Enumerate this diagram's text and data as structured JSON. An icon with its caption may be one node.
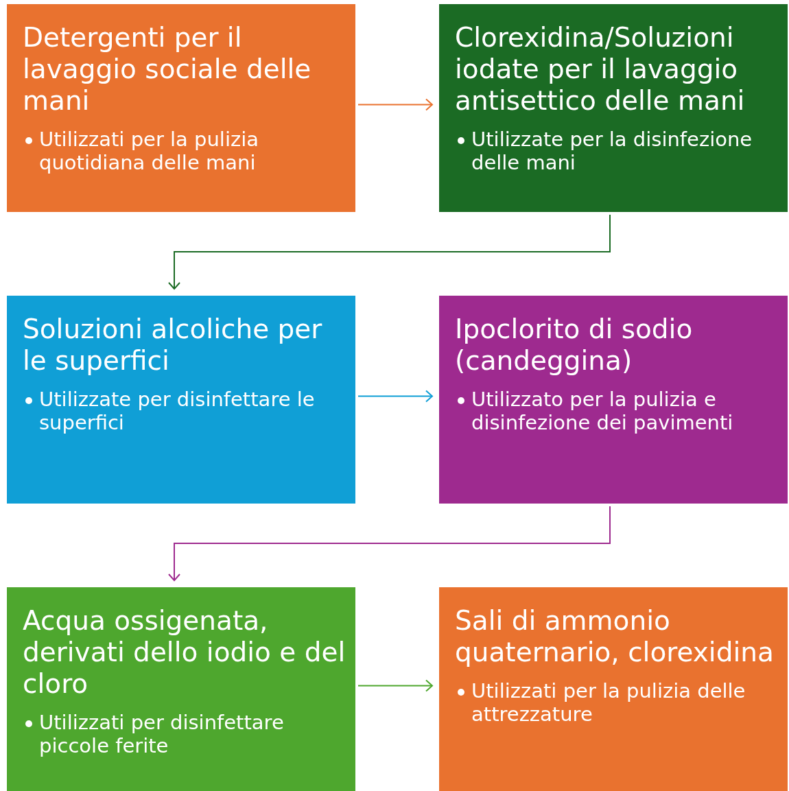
{
  "diagram": {
    "nodes": [
      {
        "text": [
          "Detergenti per il lavaggio sociale delle mani",
          "Utilizzati per la pulizia quotidiana delle mani"
        ]
      },
      {
        "text": [
          "Clorexidina/Soluzioni iodate per il lavaggio antisettico delle mani",
          "Utilizzate per la disinfezione delle mani"
        ]
      },
      {
        "text": [
          "Soluzioni alcoliche per le superfici",
          "Utilizzate per disinfettare le superfici"
        ]
      },
      {
        "text": [
          "Ipoclorito di sodio (candeggina)",
          "Utilizzato per la pulizia e disinfezione dei pavimenti"
        ]
      },
      {
        "text": [
          "Acqua ossigenata, derivati dello iodio e del cloro",
          "Utilizzati per disinfettare piccole ferite"
        ]
      },
      {
        "text": [
          "Sali di ammonio quaternario, clorexidina",
          "Utilizzati per la pulizia delle attrezzature"
        ]
      }
    ],
    "edges": [
      {
        "from": 0,
        "to": 1,
        "arrow": "to",
        "color": "#e9722f"
      },
      {
        "from": 1,
        "to": 2,
        "arrow": "to",
        "color": "#1b6b24"
      },
      {
        "from": 2,
        "to": 3,
        "arrow": "to",
        "color": "#109fd6"
      },
      {
        "from": 3,
        "to": 4,
        "arrow": "to",
        "color": "#9e2a8f"
      },
      {
        "from": 4,
        "to": 5,
        "arrow": "to",
        "color": "#4ea72e"
      }
    ]
  }
}
